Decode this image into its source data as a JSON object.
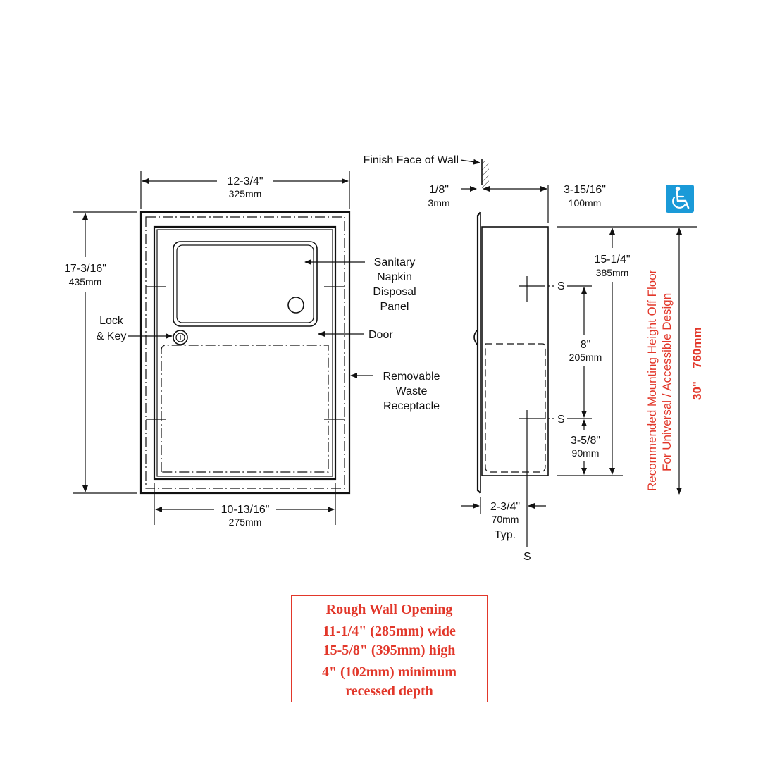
{
  "front_view": {
    "overall_width": "12-3/4\"",
    "overall_width_mm": "325mm",
    "overall_height": "17-3/16\"",
    "overall_height_mm": "435mm",
    "door_width": "10-13/16\"",
    "door_width_mm": "275mm",
    "lock_label_line1": "Lock",
    "lock_label_line2": "& Key",
    "panel_label_line1": "Sanitary",
    "panel_label_line2": "Napkin",
    "panel_label_line3": "Disposal",
    "panel_label_line4": "Panel",
    "door_label": "Door",
    "receptacle_label_line1": "Removable",
    "receptacle_label_line2": "Waste",
    "receptacle_label_line3": "Receptacle"
  },
  "side_view": {
    "wall_label": "Finish Face of Wall",
    "flange": "1/8\"",
    "flange_mm": "3mm",
    "depth": "3-15/16\"",
    "depth_mm": "100mm",
    "height": "15-1/4\"",
    "height_mm": "385mm",
    "screw_spacing": "8\"",
    "screw_spacing_mm": "205mm",
    "bottom_offset": "3-5/8\"",
    "bottom_offset_mm": "90mm",
    "screw_offset": "2-3/4\"",
    "screw_offset_mm": "70mm",
    "screw_offset_note": "Typ.",
    "screw_mark": "S"
  },
  "mounting": {
    "height": "30\"",
    "height_mm": "760mm",
    "line1": "Recommended Mounting Height Off Floor",
    "line2": "For Universal / Accessible Design"
  },
  "accessibility_icon": "wheelchair-icon",
  "rough_opening": {
    "title": "Rough Wall Opening",
    "width": "11-1/4\" (285mm) wide",
    "height": "15-5/8\" (395mm) high",
    "depth_line1": "4\" (102mm) minimum",
    "depth_line2": "recessed depth"
  },
  "colors": {
    "accent_red": "#e2372a",
    "accessibility_blue": "#1a9ad8"
  }
}
